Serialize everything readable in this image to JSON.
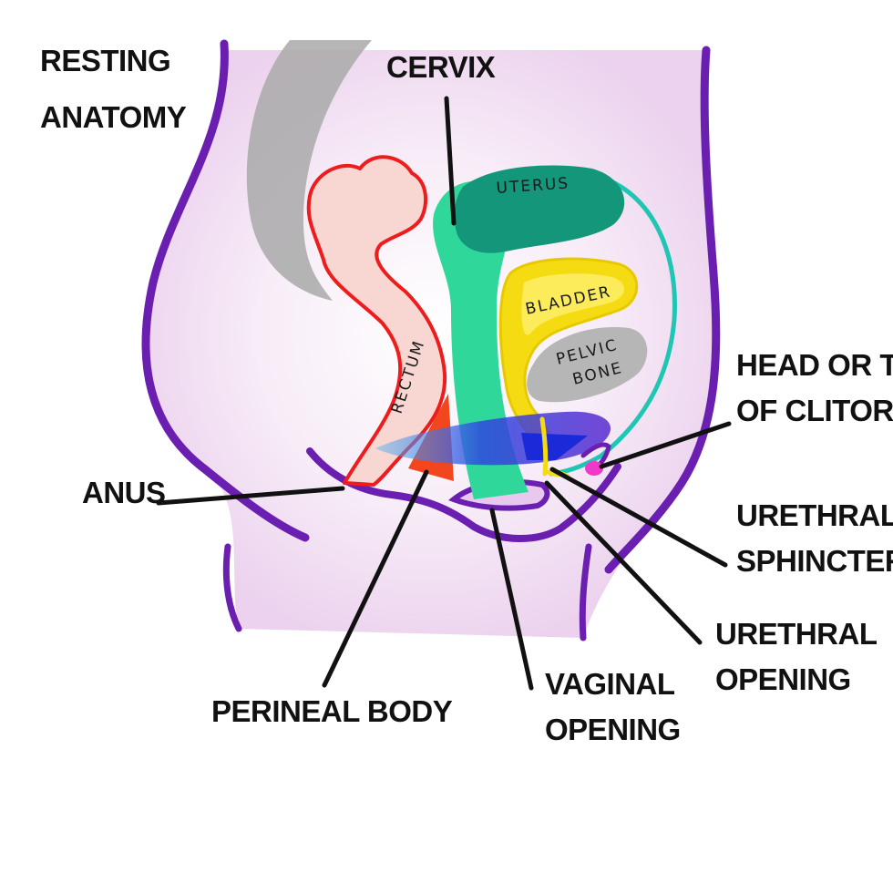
{
  "title": {
    "line1": "RESTING",
    "line2": "ANATOMY"
  },
  "organs": {
    "uterus": "UTERUS",
    "bladder": "BLADDER",
    "pelvic_bone_line1": "PELVIC",
    "pelvic_bone_line2": "BONE",
    "rectum": "RECTUM"
  },
  "labels": {
    "cervix": "CERVIX",
    "clitoris_line1": "HEAD OR TIP",
    "clitoris_line2": "OF CLITORIS",
    "anus": "ANUS",
    "urethral_sphincter_line1": "URETHRAL",
    "urethral_sphincter_line2": "SPHINCTER",
    "urethral_opening_line1": "URETHRAL",
    "urethral_opening_line2": "OPENING",
    "vaginal_opening_line1": "VAGINAL",
    "vaginal_opening_line2": "OPENING",
    "perineal_body": "PERINEAL BODY"
  },
  "colors": {
    "body_outline": "#6a1fb0",
    "body_fill": "#f4e2f3",
    "rectum_outline": "#ee1c1c",
    "rectum_fill": "#f8d6d2",
    "vagina": "#2fd89a",
    "uterus": "#13967a",
    "bladder": "#f5dc12",
    "pelvic_bone": "#b6b6b6",
    "spine": "#a9a9a9",
    "perineal_body": "#f2461e",
    "pelvic_floor": "#2a3ee0",
    "clitoris": "#f238c8",
    "leader_line": "#111111"
  }
}
